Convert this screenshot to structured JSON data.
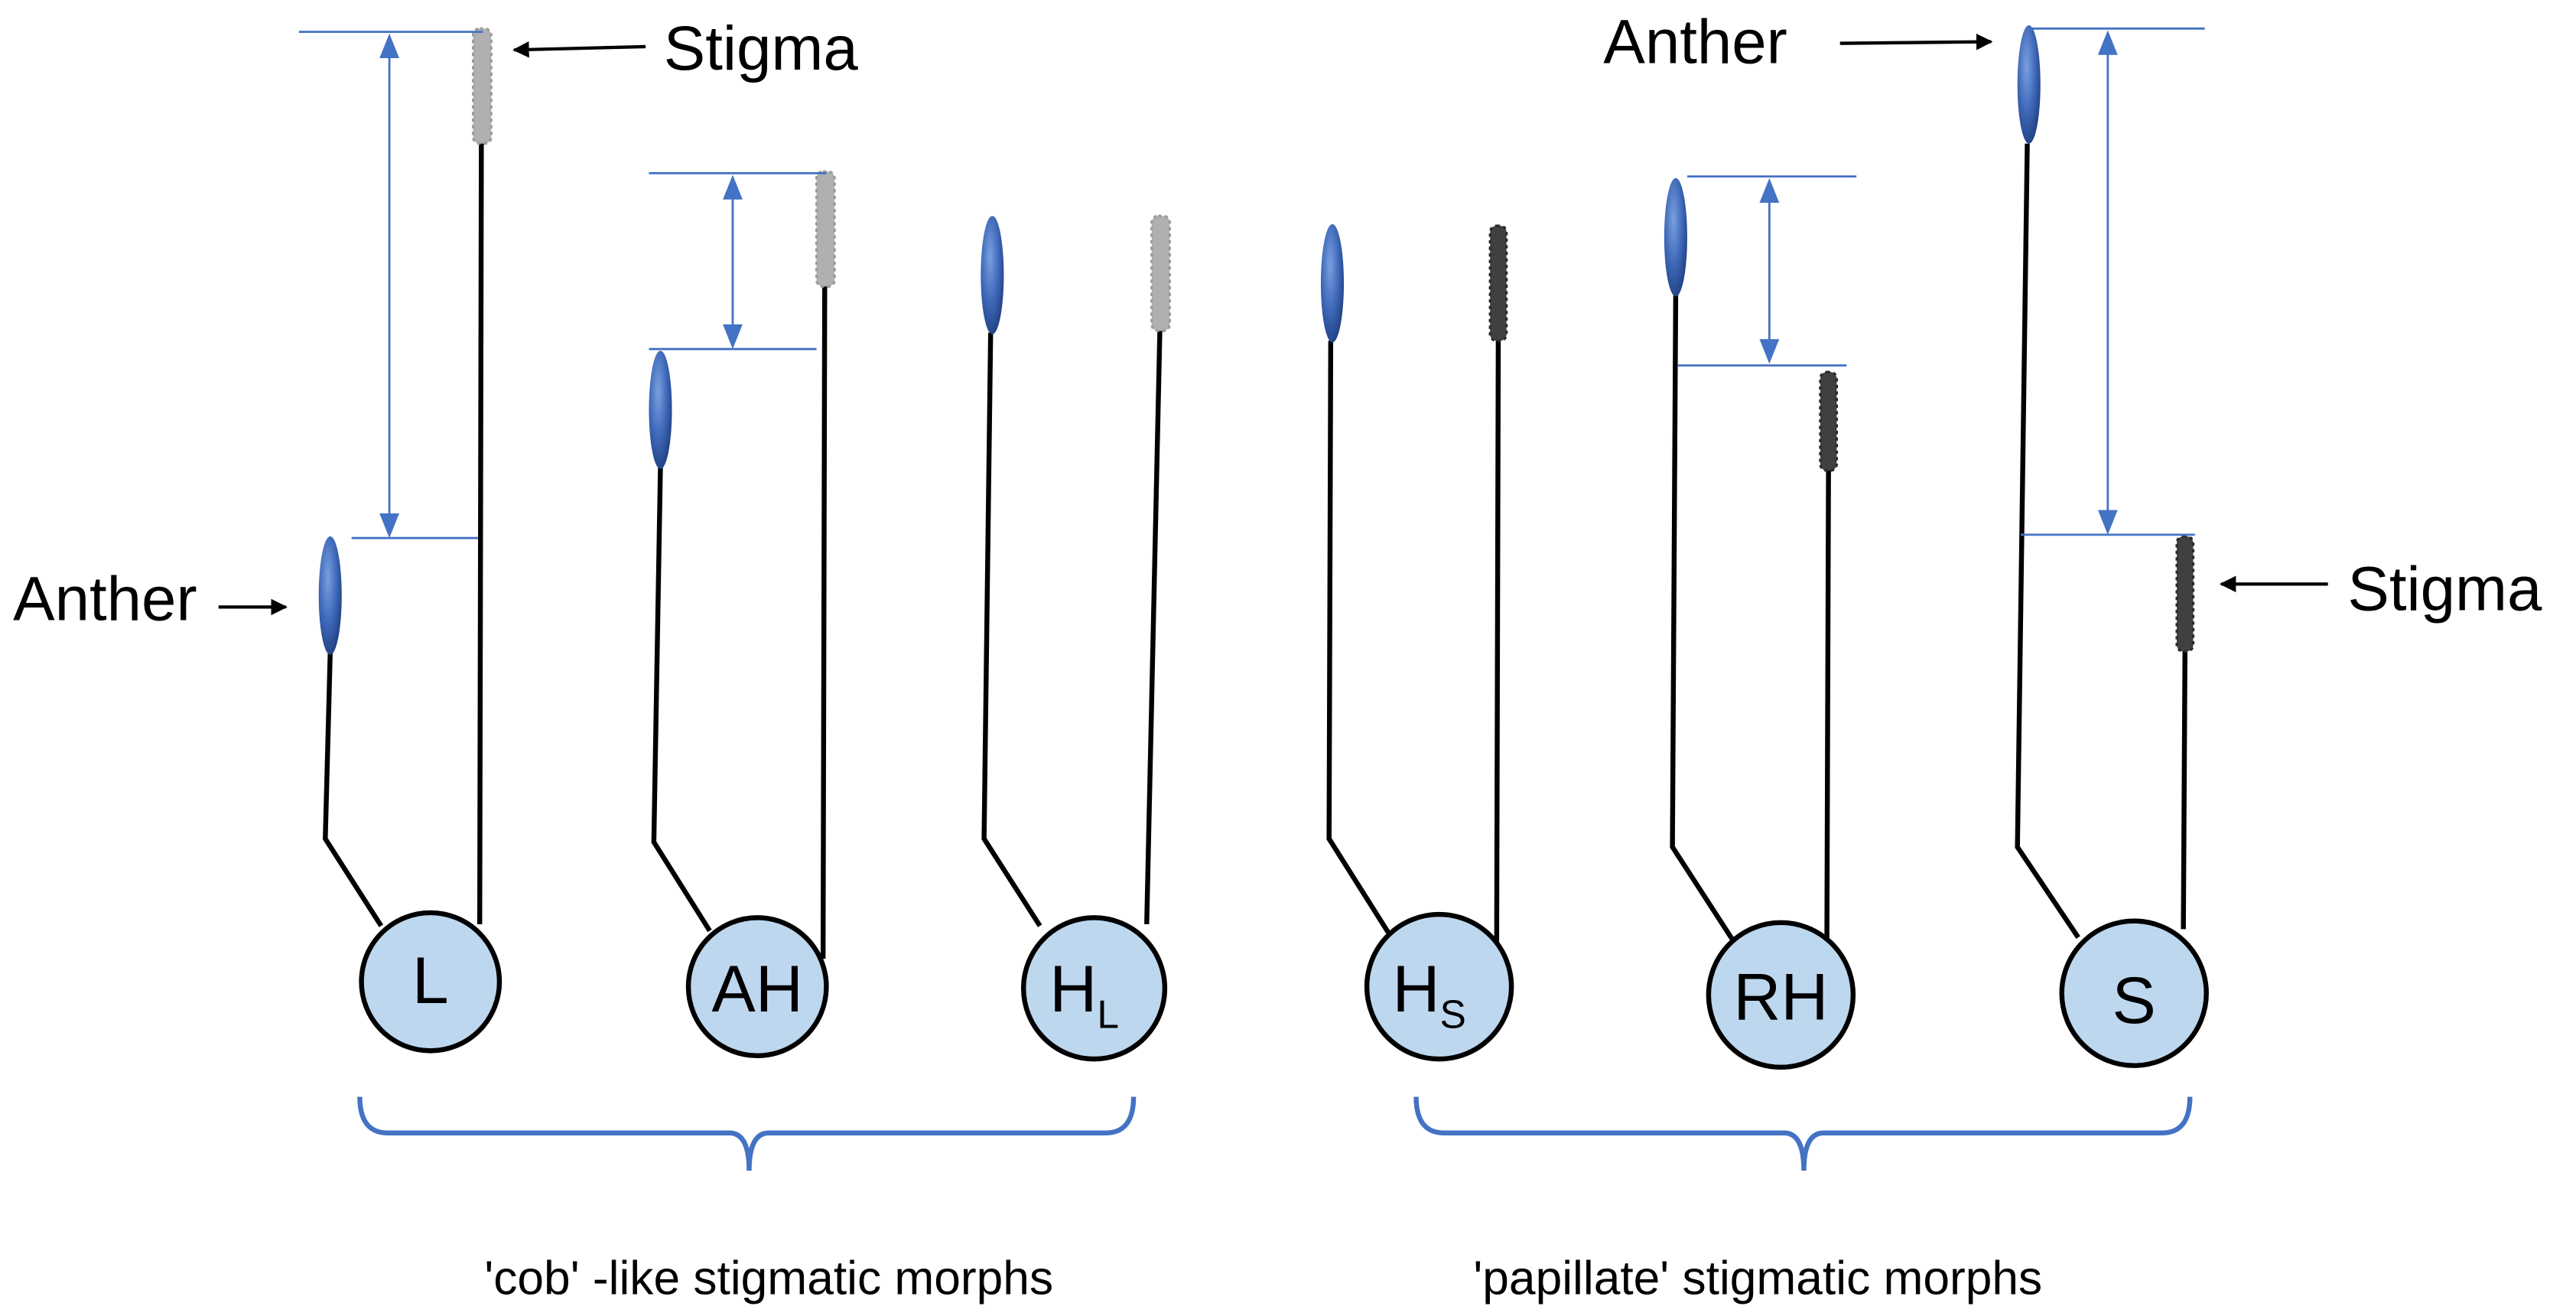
{
  "labels": {
    "stigma": "Stigma",
    "anther": "Anther"
  },
  "morphs": [
    {
      "code": "L",
      "sub": ""
    },
    {
      "code": "AH",
      "sub": ""
    },
    {
      "code": "H",
      "sub": "L"
    },
    {
      "code": "H",
      "sub": "S"
    },
    {
      "code": "RH",
      "sub": ""
    },
    {
      "code": "S",
      "sub": ""
    }
  ],
  "groups": [
    {
      "label": "'cob' -like stigmatic morphs",
      "stigma_type": "cob"
    },
    {
      "label": "'papillate' stigmatic morphs",
      "stigma_type": "papillate"
    }
  ],
  "colors": {
    "circle_fill": "#bdd7ee",
    "anther": "#4472c4",
    "anther_dark": "#2f5597",
    "cob_stigma": "#b0b0b0",
    "papillate_stigma": "#404040",
    "measure_line": "#4472c4",
    "stalk": "#000000"
  }
}
